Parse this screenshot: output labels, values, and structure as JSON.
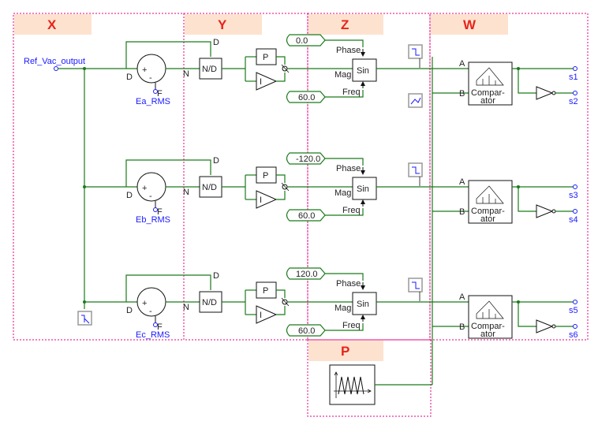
{
  "sections": {
    "x": "X",
    "y": "Y",
    "z": "Z",
    "w": "W",
    "p": "P"
  },
  "ref_label": "Ref_Vac_output",
  "rows": [
    {
      "phase": "0.0",
      "freq": "60.0",
      "rms": "Ea_RMS",
      "out_a": "s1",
      "out_b": "s2"
    },
    {
      "phase": "-120.0",
      "freq": "60.0",
      "rms": "Eb_RMS",
      "out_a": "s3",
      "out_b": "s4"
    },
    {
      "phase": "120.0",
      "freq": "60.0",
      "rms": "Ec_RMS",
      "out_a": "s5",
      "out_b": "s6"
    }
  ],
  "labels": {
    "d": "D",
    "n": "N",
    "f": "F",
    "nd": "N/D",
    "p": "P",
    "i": "I",
    "sin": "Sin",
    "phase": "Phase",
    "mag": "Mag",
    "freq": "Freq",
    "a": "A",
    "b": "B",
    "comp1": "Compar-",
    "comp2": "ator"
  },
  "colors": {
    "zone": "#e6007e",
    "header": "#fde3cf",
    "section_text": "#e8231b",
    "wire": "#1a7a1a",
    "label": "#1a1aff"
  }
}
